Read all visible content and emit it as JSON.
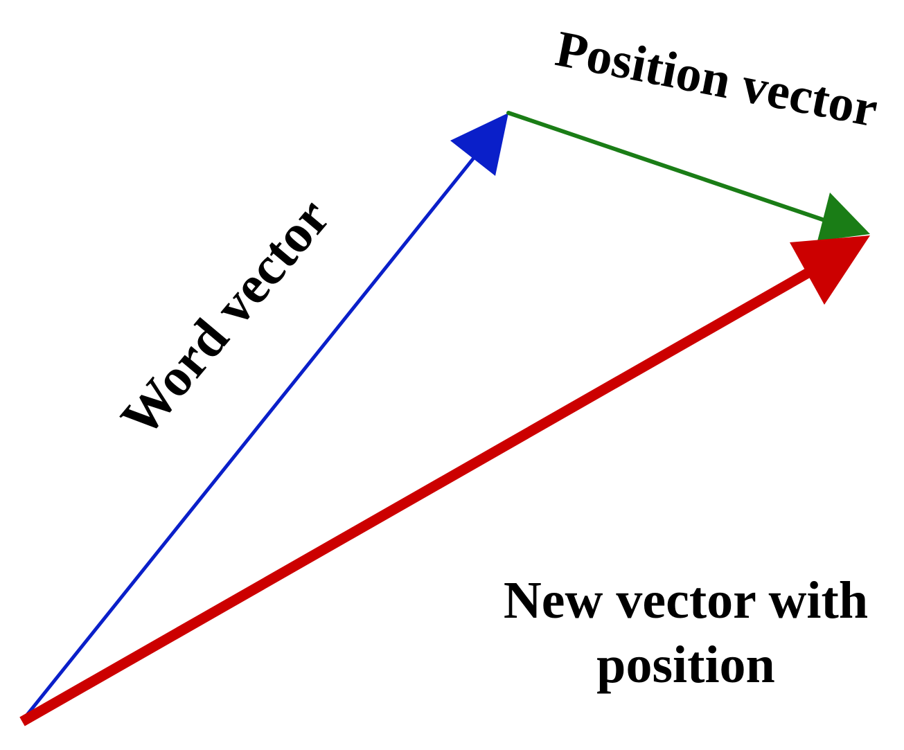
{
  "vectors": {
    "word": {
      "label": "Word vector",
      "color": "#0a1fc9"
    },
    "position": {
      "label": "Position vector",
      "color": "#1a7d16"
    },
    "result": {
      "label_line1": "New vector with",
      "label_line2": "position",
      "color": "#cc0000"
    }
  }
}
